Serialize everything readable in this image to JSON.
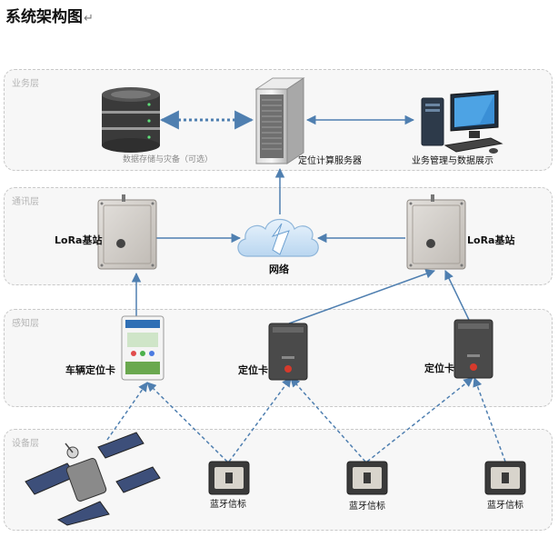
{
  "title": "系统架构图",
  "title_mark": "↵",
  "layers": {
    "business": "业务层",
    "communication": "通讯层",
    "sensing": "感知层",
    "device": "设备层"
  },
  "nodes": {
    "storage": "数据存储与灾备（可选）",
    "server": "定位计算服务器",
    "business_mgmt": "业务管理与数据展示",
    "base_station_left": "LoRa基站",
    "base_station_right": "LoRa基站",
    "network": "网络",
    "vehicle_card": "车辆定位卡",
    "card_middle": "定位卡",
    "card_right": "定位卡",
    "beacon_1": "蓝牙信标",
    "beacon_2": "蓝牙信标",
    "beacon_3": "蓝牙信标"
  },
  "colors": {
    "arrow": "#4f7fb0",
    "layer_border": "#c8c8c8",
    "layer_fill": "#f7f7f7"
  }
}
